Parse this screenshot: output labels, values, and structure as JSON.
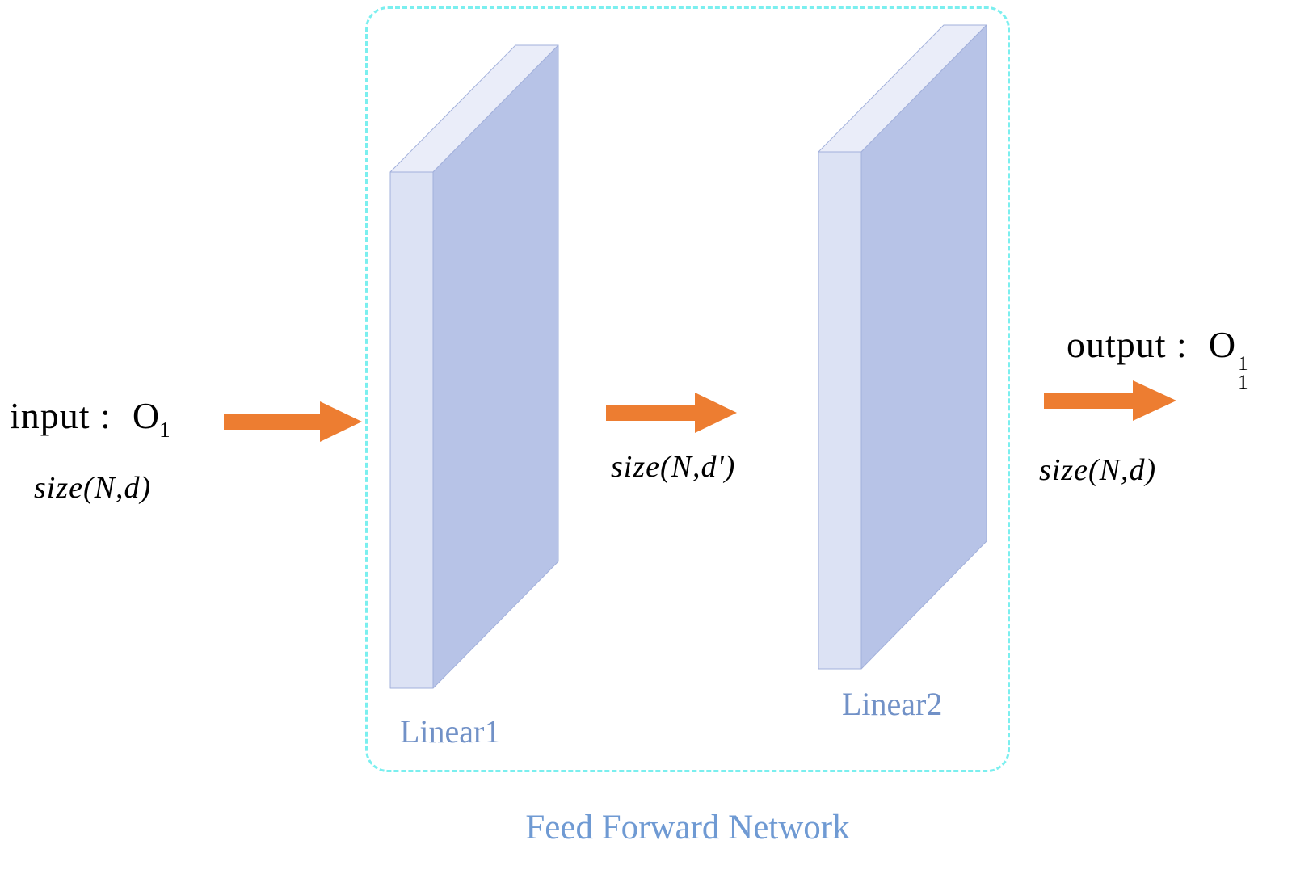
{
  "colors": {
    "arrow": "#ED7D31",
    "slab_side": "#B7C3E7",
    "slab_front": "#DCE2F4",
    "slab_top": "#EAEDF9",
    "slab_edge": "#A2B0DB",
    "box_border": "#7BEFEF",
    "layer_label": "#7191C7",
    "title_text": "#6F9AD3",
    "ink": "#000000"
  },
  "title": {
    "text": "Feed Forward Network"
  },
  "input": {
    "label": "input :",
    "symbol": "O",
    "sub": "1",
    "size": "size(N,d)"
  },
  "middle": {
    "size": "size(N,d')"
  },
  "output": {
    "label": "output :",
    "symbol": "O",
    "sub": "1",
    "sup": "1",
    "size": "size(N,d)"
  },
  "layers": [
    {
      "label": "Linear1"
    },
    {
      "label": "Linear2"
    }
  ]
}
